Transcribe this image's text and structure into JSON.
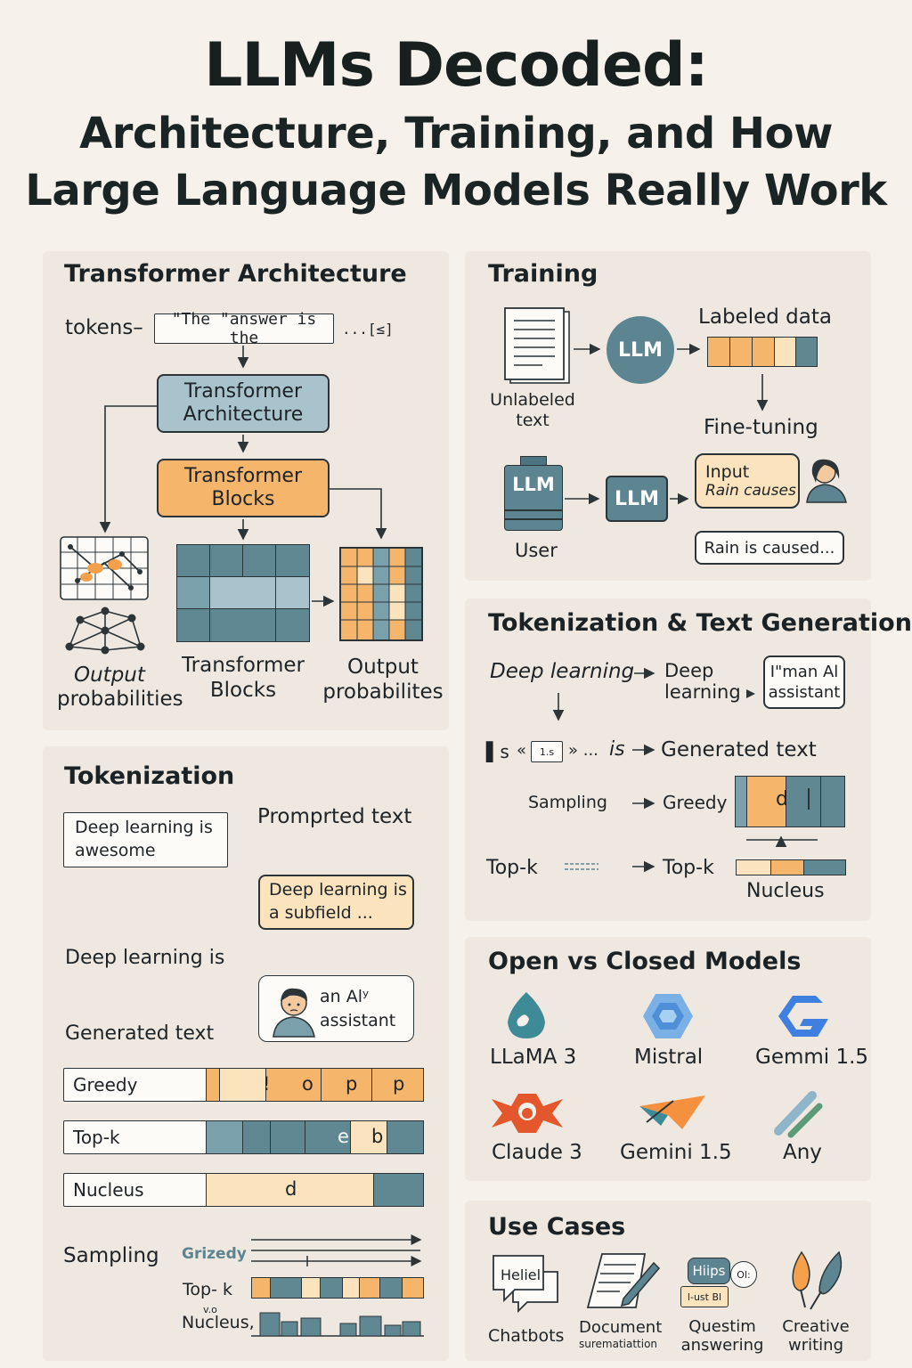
{
  "title": {
    "main": "LLMs Decoded:",
    "line2": "Architecture, Training, and How",
    "line3": "Large Language Models Really Work"
  },
  "transformer": {
    "title": "Transformer Architecture",
    "tokens_label": "tokens–",
    "tokens_text": "\"The \"answer is the",
    "tokens_tail": "...[≤]",
    "arch_box": "Transformer Architecture",
    "blocks_box": "Transformer Blocks",
    "output_left": "Output",
    "output_left2": "probabilities",
    "blocks_label": "Transformer Blocks",
    "output_right": "Output probabilites"
  },
  "training": {
    "title": "Training",
    "unlabeled": "Unlabeled text",
    "llm": "LLM",
    "labeled": "Labeled data",
    "finetuning": "Fine-tuning",
    "llm2": "LLM",
    "llm3": "LLM",
    "user": "User",
    "input_title": "Input",
    "input_text": "Rain causes",
    "output_text": "Rain is caused..."
  },
  "tokgen": {
    "title": "Tokenization & Text Generation",
    "deep": "Deep learning",
    "deep2": "Deep learning",
    "assistant": "I\"man Al assistant",
    "row2_a": "▌s",
    "row2_b": "«",
    "row2_box": "1.s",
    "row2_c": "» ...",
    "row2_is": "is",
    "generated": "Generated text",
    "sampling": "Sampling",
    "greedy": "Greedy",
    "greedy_d": "d",
    "topk": "Top-k",
    "topk2": "Top-k",
    "nucleus": "Nucleus"
  },
  "tokenization": {
    "title": "Tokenization",
    "input": "Deep learning is awesome",
    "prompted": "Promprted text",
    "subfield": "Deep learning is a subfield ...",
    "deep_is": "Deep learning is",
    "ai": "an Alʸ assistant",
    "generated": "Generated text",
    "greedy": "Greedy",
    "greedy_cells": [
      "",
      "!",
      "o",
      "p",
      "p"
    ],
    "topk": "Top-k",
    "topk_cells": [
      "",
      "",
      "",
      "e",
      "b",
      ""
    ],
    "nucleus": "Nucleus",
    "nucleus_d": "d",
    "sampling": "Sampling",
    "grizedy": "Grizedy",
    "topk_s": "Top- k",
    "vo": "v.o",
    "nucleus_s": "Nucleus,"
  },
  "open_closed": {
    "title": "Open vs Closed Models",
    "models": [
      "LLaMA 3",
      "Mistral",
      "Gemmi 1.5",
      "Claude 3",
      "Gemini 1.5",
      "Any"
    ]
  },
  "use_cases": {
    "title": "Use Cases",
    "heliel": "Heliel",
    "chatbots": "Chatbots",
    "document": "Document",
    "document_sub": "surematiattion",
    "hiips": "Hiips",
    "oli": "Ol:",
    "lust": "l-ust Bl",
    "question": "Questim answering",
    "creative": "Creative writing"
  },
  "colors": {
    "background": "#f6f1ea",
    "panel": "#efe8e0",
    "teal": "#5c8591",
    "light_blue": "#a9c3cc",
    "orange": "#f5b56b",
    "pale_orange": "#fbe3bd"
  }
}
